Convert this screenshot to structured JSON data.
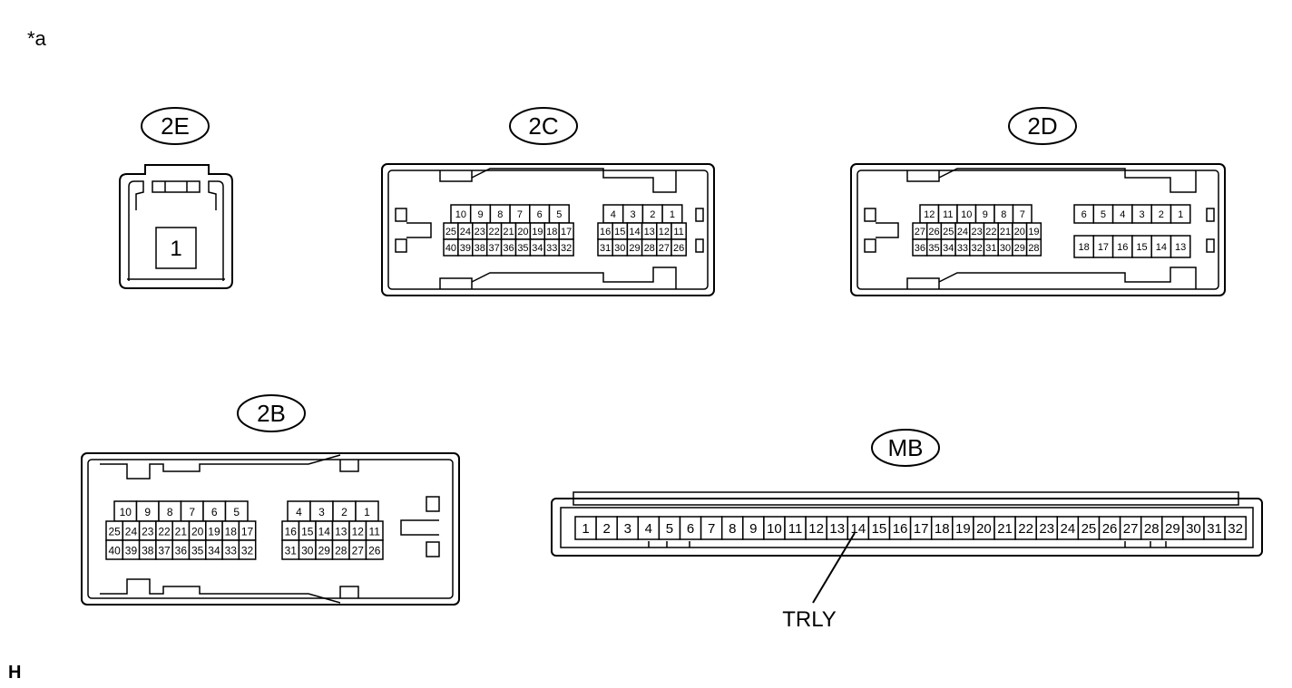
{
  "figure_ref": "*a",
  "corner_mark": "H",
  "connectors": [
    {
      "id": "2E",
      "label": "2E",
      "rows": [
        [
          "1"
        ]
      ]
    },
    {
      "id": "2C",
      "label": "2C",
      "left_block": [
        [
          "10",
          "9",
          "8",
          "7",
          "6",
          "5"
        ],
        [
          "25",
          "24",
          "23",
          "22",
          "21",
          "20",
          "19",
          "18",
          "17"
        ],
        [
          "40",
          "39",
          "38",
          "37",
          "36",
          "35",
          "34",
          "33",
          "32"
        ]
      ],
      "right_block": [
        [
          "4",
          "3",
          "2",
          "1"
        ],
        [
          "16",
          "15",
          "14",
          "13",
          "12",
          "11"
        ],
        [
          "31",
          "30",
          "29",
          "28",
          "27",
          "26"
        ]
      ]
    },
    {
      "id": "2D",
      "label": "2D",
      "left_block": [
        [
          "12",
          "11",
          "10",
          "9",
          "8",
          "7"
        ],
        [
          "27",
          "26",
          "25",
          "24",
          "23",
          "22",
          "21",
          "20",
          "19"
        ],
        [
          "36",
          "35",
          "34",
          "33",
          "32",
          "31",
          "30",
          "29",
          "28"
        ]
      ],
      "right_block": [
        [
          "6",
          "5",
          "4",
          "3",
          "2",
          "1"
        ],
        [
          "18",
          "17",
          "16",
          "15",
          "14",
          "13"
        ]
      ]
    },
    {
      "id": "2B",
      "label": "2B",
      "left_block": [
        [
          "10",
          "9",
          "8",
          "7",
          "6",
          "5"
        ],
        [
          "25",
          "24",
          "23",
          "22",
          "21",
          "20",
          "19",
          "18",
          "17"
        ],
        [
          "40",
          "39",
          "38",
          "37",
          "36",
          "35",
          "34",
          "33",
          "32"
        ]
      ],
      "right_block": [
        [
          "4",
          "3",
          "2",
          "1"
        ],
        [
          "16",
          "15",
          "14",
          "13",
          "12",
          "11"
        ],
        [
          "31",
          "30",
          "29",
          "28",
          "27",
          "26"
        ]
      ]
    },
    {
      "id": "MB",
      "label": "MB",
      "pins": [
        "1",
        "2",
        "3",
        "4",
        "5",
        "6",
        "7",
        "8",
        "9",
        "10",
        "11",
        "12",
        "13",
        "14",
        "15",
        "16",
        "17",
        "18",
        "19",
        "20",
        "21",
        "22",
        "23",
        "24",
        "25",
        "26",
        "27",
        "28",
        "29",
        "30",
        "31",
        "32"
      ],
      "callout": {
        "pin": "14",
        "text": "TRLY"
      }
    }
  ]
}
